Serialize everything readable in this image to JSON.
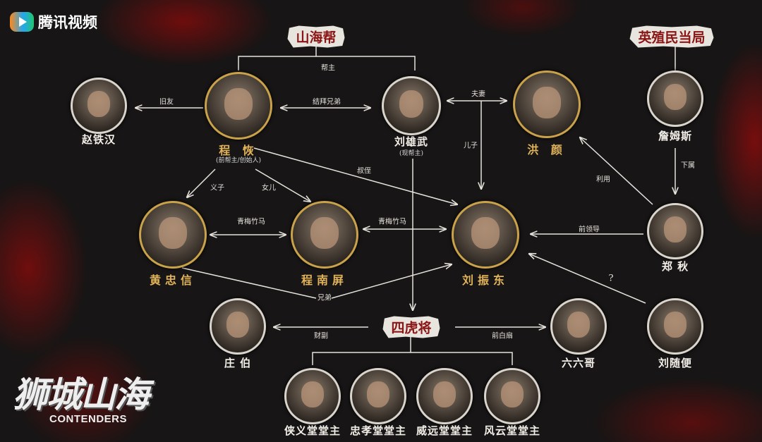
{
  "app": {
    "logo_text": "腾讯视频"
  },
  "show": {
    "title_cn": "狮城山海",
    "title_en": "CONTENDERS"
  },
  "groups": {
    "shanhai": "山海帮",
    "colonial": "英殖民当局",
    "tigers": "四虎将"
  },
  "characters": {
    "zhao": {
      "name": "赵铁汉"
    },
    "cheng_hui": {
      "name": "程 恢",
      "note": "(前帮主/创始人)"
    },
    "liu_xiongwu": {
      "name": "刘雄武",
      "note": "(现帮主)"
    },
    "hong_yan": {
      "name": "洪 颜"
    },
    "james": {
      "name": "詹姆斯"
    },
    "huang": {
      "name": "黄忠信"
    },
    "cheng_nanping": {
      "name": "程南屏"
    },
    "liu_zhendong": {
      "name": "刘振东"
    },
    "zheng_qiu": {
      "name": "郑 秋"
    },
    "zhuang_bo": {
      "name": "庄 伯"
    },
    "liuliu": {
      "name": "六六哥"
    },
    "liu_suibian": {
      "name": "刘随便"
    },
    "xiayi": {
      "name": "侠义堂堂主"
    },
    "zhongxiao": {
      "name": "忠孝堂堂主"
    },
    "weiyuan": {
      "name": "威远堂堂主"
    },
    "fengyun": {
      "name": "风云堂堂主"
    }
  },
  "relations": {
    "bangzhu": "帮主",
    "jiuyou": "旧友",
    "jiebai": "结拜兄弟",
    "fuqi": "夫妻",
    "erzi": "儿子",
    "shuzhi": "叔侄",
    "yizi": "义子",
    "nver": "女儿",
    "qingmei1": "青梅竹马",
    "qingmei2": "青梅竹马",
    "qianlingdao": "前领导",
    "liyong": "利用",
    "xiashu": "下属",
    "unknown": "?",
    "xiongdi": "兄弟",
    "caifu": "财副",
    "qianbaishan": "前白扇"
  },
  "colors": {
    "gold": "#e2b45a",
    "tag_text": "#8b1515",
    "line": "#e6e2dc"
  }
}
